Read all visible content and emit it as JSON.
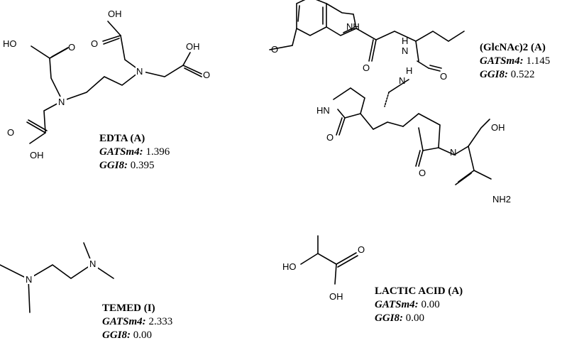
{
  "compounds": [
    {
      "name": "EDTA (A)",
      "desc1": "GATSm4:",
      "val1": "1.396",
      "desc2": "GGI8:",
      "val2": "0.395",
      "atoms": [
        "HO",
        "O",
        "O",
        "OH",
        "OH",
        "O",
        "N",
        "N",
        "O",
        "OH"
      ]
    },
    {
      "name": "(GlcNAc)2 (A)",
      "desc1": "GATSm4:",
      "val1": "1.145",
      "desc2": "GGI8:",
      "val2": "0.522",
      "atoms": [
        "NH",
        "N",
        "H",
        "O",
        "O",
        "H",
        "N",
        "O",
        "HN",
        "O",
        "N",
        "OH",
        "O",
        "NH2"
      ]
    },
    {
      "name": "TEMED (I)",
      "desc1": "GATSm4:",
      "val1": "2.333",
      "desc2": "GGI8:",
      "val2": "0.00",
      "atoms": [
        "N",
        "N"
      ]
    },
    {
      "name": "LACTIC ACID (A)",
      "desc1": "GATSm4:",
      "val1": "0.00",
      "desc2": "GGI8:",
      "val2": "0.00",
      "atoms": [
        "HO",
        "O",
        "OH"
      ]
    }
  ]
}
